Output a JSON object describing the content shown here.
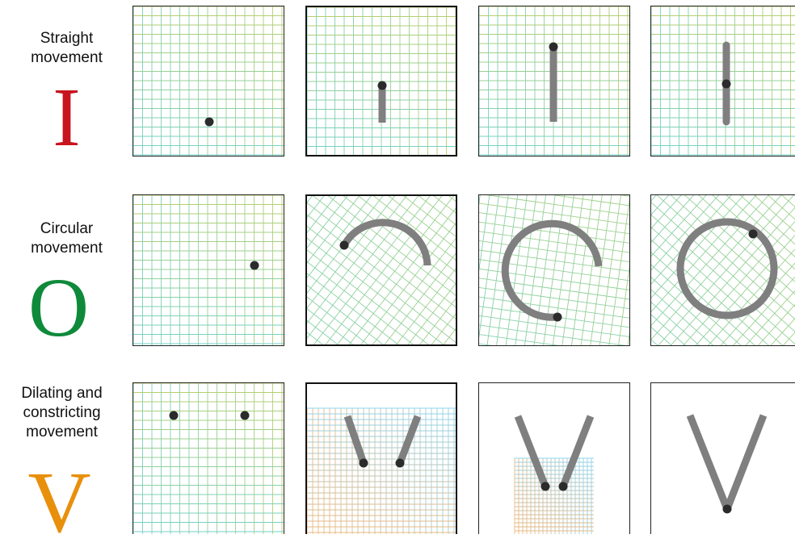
{
  "rows": [
    {
      "label_lines": [
        "Straight",
        "movement"
      ],
      "glyph": "I",
      "glyph_color": "#c8141e"
    },
    {
      "label_lines": [
        "Circular",
        "movement"
      ],
      "glyph": "O",
      "glyph_color": "#0e8a3a"
    },
    {
      "label_lines": [
        "Dilating and",
        "constricting",
        "movement"
      ],
      "glyph": "V",
      "glyph_color": "#e8900c"
    }
  ],
  "colors": {
    "stroke": "#7f7f7f",
    "dot": "#2b2b2b",
    "grid_a": "#6fd2c9",
    "grid_b": "#b8cf6a",
    "grid_c": "#f0b77a",
    "grid_d": "#8fd4ee"
  }
}
